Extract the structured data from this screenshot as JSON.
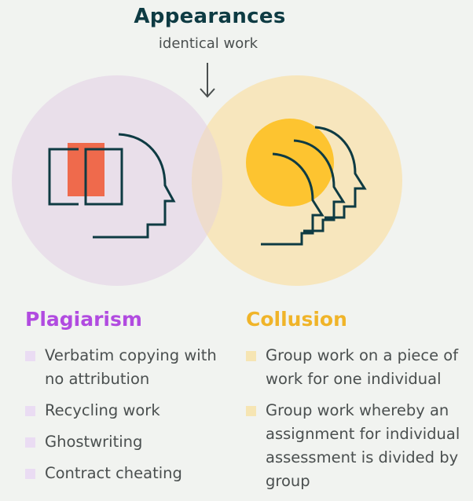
{
  "header": {
    "title": "Appearances",
    "subtitle": "identical work"
  },
  "colors": {
    "dark": "#0e3b43",
    "plagiarism_circle": "#e9dfea",
    "collusion_circle": "#f7e6bd",
    "overlap": "#eedccc",
    "page_orange": "#ef6a4c",
    "sun_yellow": "#fdc430",
    "plagiarism_text": "#b14be0",
    "collusion_text": "#f0b429"
  },
  "icons": {
    "down_arrow": "down-arrow-icon",
    "plagiarism": "copied-pages-head-icon",
    "collusion": "group-of-heads-icon"
  },
  "plagiarism": {
    "heading": "Plagiarism",
    "items": [
      "Verbatim copying with no attribution",
      "Recycling work",
      "Ghostwriting",
      "Contract cheating"
    ]
  },
  "collusion": {
    "heading": "Collusion",
    "items": [
      "Group work on a piece of work for one individual",
      "Group work whereby an assignment for individual assessment is divided by group"
    ]
  }
}
